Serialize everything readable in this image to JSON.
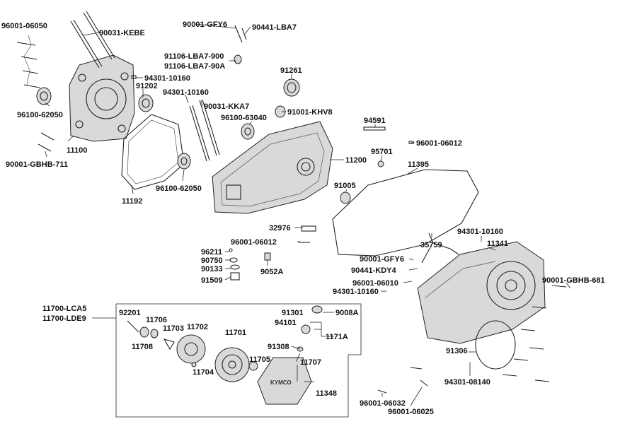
{
  "group": {
    "codes": [
      "11700-LCA5",
      "11700-LDE9"
    ]
  },
  "labels": [
    "96001-06050",
    "90031-KEBE",
    "90001-GFY6",
    "90441-LBA7",
    "91106-LBA7-900",
    "91106-LBA7-90A",
    "94301-10160",
    "91202",
    "94301-10160",
    "90031-KKA7",
    "91261",
    "96100-63040",
    "91001-KHV8",
    "96100-62050",
    "11100",
    "90001-GBHB-711",
    "94591",
    "96001-06012",
    "95701",
    "11200",
    "11395",
    "96100-62050",
    "11192",
    "91005",
    "32976",
    "96001-06012",
    "94301-10160",
    "35759",
    "11341",
    "96211",
    "90750",
    "90133",
    "91509",
    "9052A",
    "90001-GFY6",
    "90441-KDY4",
    "96001-06010",
    "94301-10160",
    "90001-GBHB-681",
    "92201",
    "11706",
    "11703",
    "11702",
    "11701",
    "11708",
    "91301",
    "9008A",
    "94101",
    "1171A",
    "91308",
    "11705",
    "11707",
    "11704",
    "11348",
    "91306",
    "94301-08140",
    "96001-06032",
    "96001-06025"
  ],
  "cover_brand": "KYMCO"
}
